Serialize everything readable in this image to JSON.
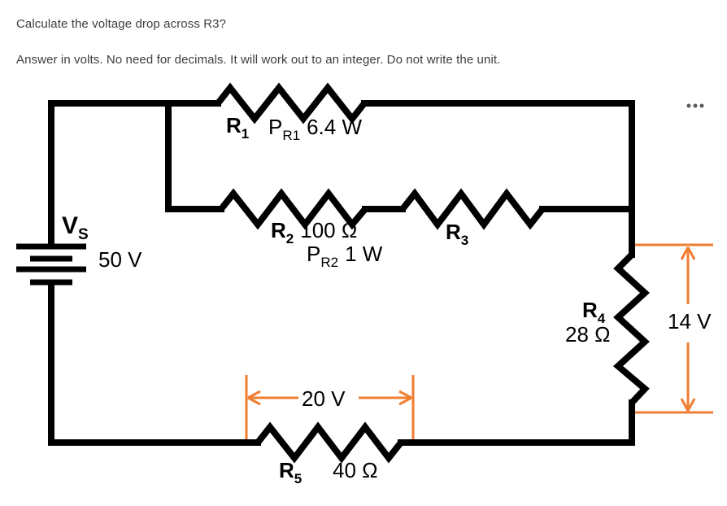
{
  "question": {
    "prompt": "Calculate the voltage drop across R3?",
    "instructions": "Answer in volts. No need for decimals. It will work out to an integer. Do not write the unit."
  },
  "menu": {
    "icon": "more-options-ellipsis"
  },
  "circuit": {
    "source": {
      "label": "V",
      "label_sub": "S",
      "value": "50 V"
    },
    "r1": {
      "label": "R",
      "label_sub": "1",
      "power_label": "P",
      "power_label_sub": "R1",
      "power_value": "6.4 W"
    },
    "r2": {
      "label": "R",
      "label_sub": "2",
      "value": "100 Ω",
      "power_label": "P",
      "power_label_sub": "R2",
      "power_value": "1 W"
    },
    "r3": {
      "label": "R",
      "label_sub": "3"
    },
    "r4": {
      "label": "R",
      "label_sub": "4",
      "value": "28 Ω",
      "voltage_annotation": "14 V"
    },
    "r5": {
      "label": "R",
      "label_sub": "5",
      "value": "40 Ω",
      "voltage_annotation": "20 V"
    }
  },
  "colors": {
    "wire": "#000000",
    "annotation_orange": "#F07E32",
    "question_text": "#3D3D3D",
    "menu_icon": "#595959"
  }
}
